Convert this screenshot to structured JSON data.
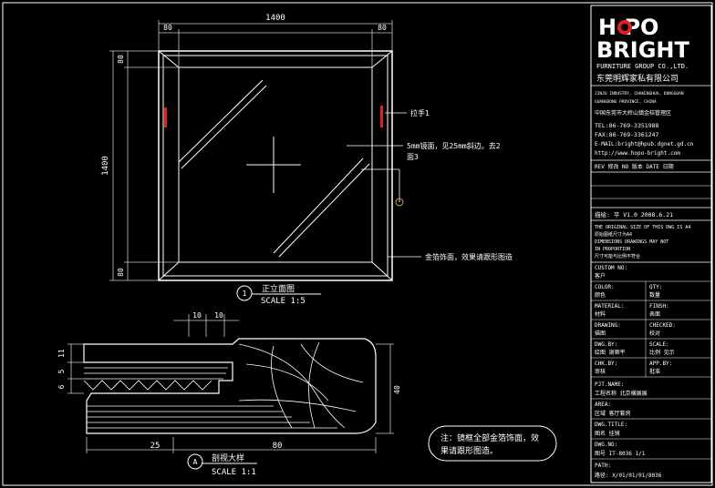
{
  "colors": {
    "background": "#000000",
    "line": "#ffffff",
    "frame": "#ffffff",
    "dim": "#c8c8c8",
    "red_mark": "#e02020",
    "logo_accent": "#e02020",
    "dash": "#f0c040"
  },
  "front_view": {
    "dims": {
      "total_width": "1400",
      "total_height": "1400",
      "left_margin": "80",
      "right_margin": "80",
      "top_margin": "80",
      "bottom_margin": "80"
    },
    "callouts": {
      "handle": "拉手1",
      "glass_line1": "5mm镜面，见25mm斜边。去2",
      "glass_line2": "面3",
      "frame": "金箔饰面，效果请跟形图造"
    },
    "label": {
      "id": "1",
      "title": "正立面图",
      "scale": "SCALE 1:5"
    }
  },
  "section_view": {
    "dims": {
      "top_a": "10",
      "top_b": "10",
      "left_a": "11",
      "left_b": "5",
      "left_c": "6",
      "bottom_a": "25",
      "bottom_b": "80",
      "right": "40"
    },
    "label": {
      "id": "A",
      "title": "剖视大样",
      "scale": "SCALE 1:1"
    }
  },
  "note": {
    "line1": "注：镜框全部金箔饰面，效",
    "line2": "果请跟形图造。"
  },
  "title_block": {
    "logo_line1": "H  PO",
    "logo_line2": "BRIGHT",
    "company_en": "FURNITURE GROUP CO.,LTD.",
    "company_cn": "东莞明辉家私有限公司",
    "address": [
      "JINJU INDUSTRY, CHAKENGHUA, DONGGUAN",
      "GUANGDONG PROVINCE, CHINA",
      "中国东莞市大岭山镇金桔管理区",
      "TEL:86-769-3351988",
      "FAX:86-769-3361247",
      "E-MAIL:bright@hpub.dgnet.gd.cn",
      "http://www.hopo-bright.com"
    ],
    "rev_header": "REV 修改    NO 版本    DATE 日期",
    "drawn": "描绘: 平    V1.0    2008.6.21",
    "notes": [
      "THE ORIGINAL SIZE OF THIS DWG IS A4",
      "原始图纸尺寸为A4",
      "DIMENSIONS DRAWINGS MAY NOT",
      "IN PROPORTION",
      "尺寸可能与比例不符合"
    ],
    "rows": [
      {
        "l1": "CUSTOM NO:",
        "l2": "客户",
        "r1": "",
        "r2": ""
      },
      {
        "l1": "COLOR:",
        "l2": "颜色",
        "r1": "QTY:",
        "r2": "数量"
      },
      {
        "l1": "MATERIAL:",
        "l2": "材料",
        "r1": "FINSH:",
        "r2": "表面"
      },
      {
        "l1": "DRAWING:",
        "l2": "描图",
        "r1": "CHECKED:",
        "r2": "校对"
      },
      {
        "l1": "DWG.BY:",
        "l2": "绘图 谢顺平",
        "r1": "SCALE:",
        "r2": "比例 见示"
      },
      {
        "l1": "CHK.BY:",
        "l2": "审核",
        "r1": "APP.BY:",
        "r2": "批准"
      }
    ],
    "pjt_name": "PJT.NAME:",
    "pjt_value": "工程名称    北京横展展",
    "area": "AREA:",
    "area_value": "区域    客厅套房",
    "dwg_title": "DWG.TITLE:",
    "dwg_title_value": "图名    挂镜",
    "dwg_no": "DWG.NO:",
    "dwg_no_value": "图号    IT-8036    1/1",
    "path": "PATH:",
    "path_value": "路径: X/01/01/01/8036"
  }
}
